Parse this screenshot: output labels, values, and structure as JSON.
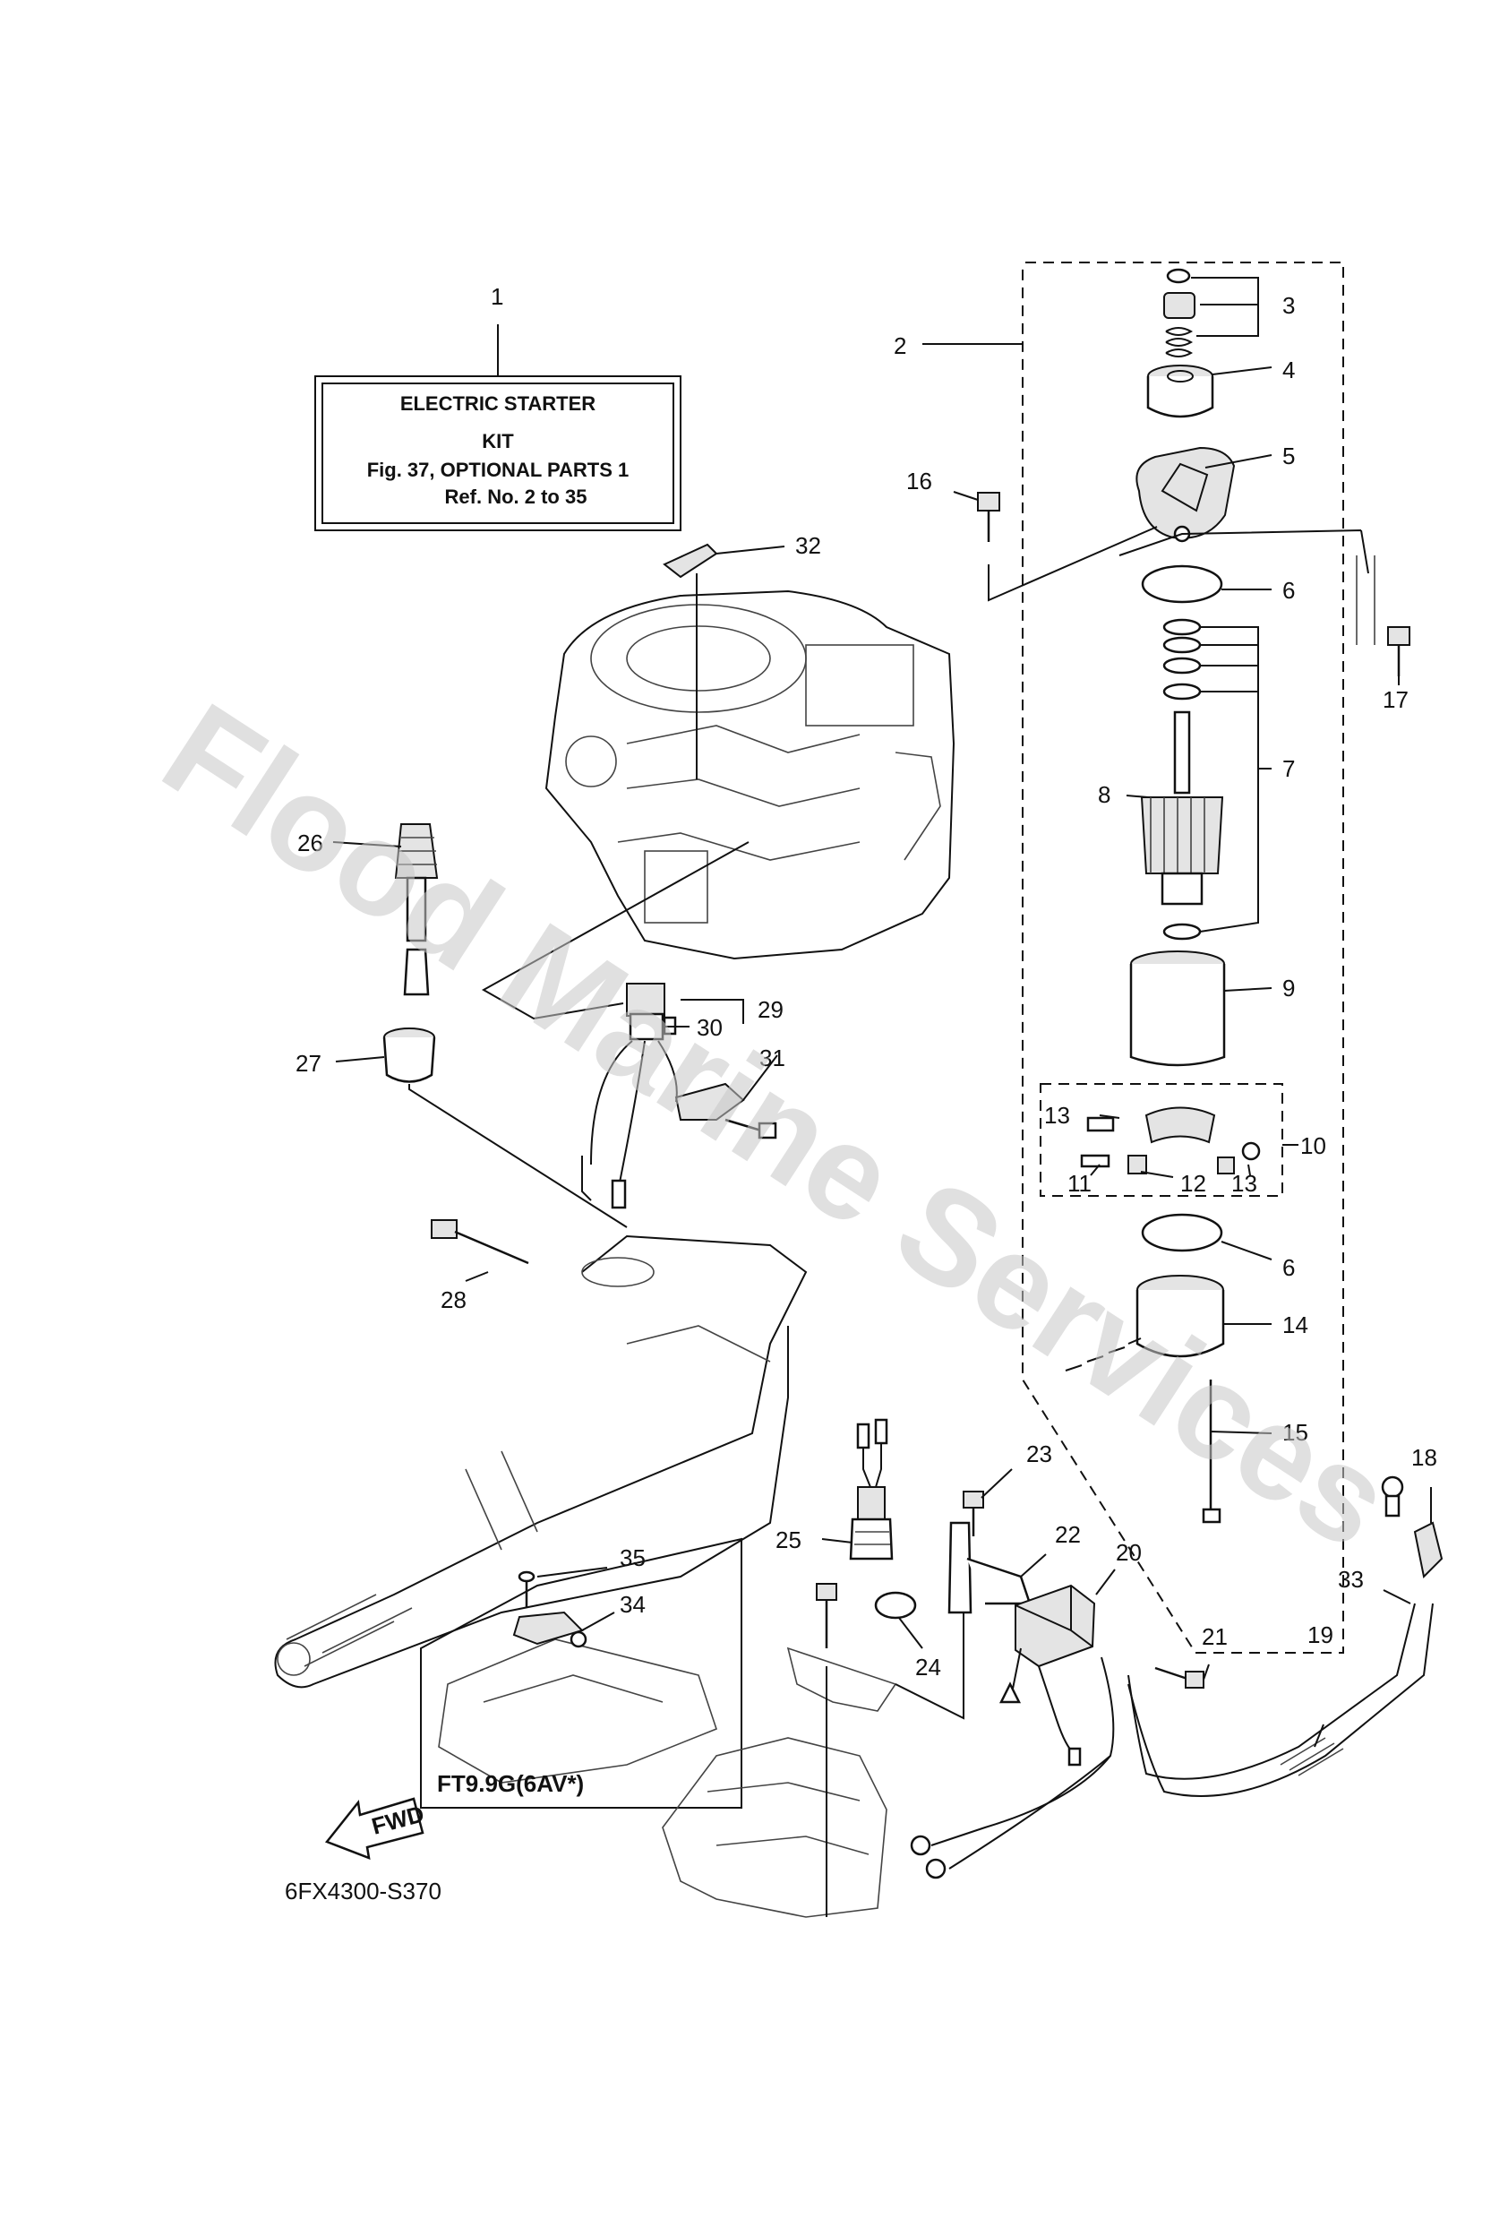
{
  "watermark": "Flood Marine Services",
  "kit_box": {
    "line1": "ELECTRIC STARTER",
    "line2": "KIT",
    "line3": "Fig. 37, OPTIONAL PARTS 1",
    "line4": "Ref. No. 2 to 35"
  },
  "sub_box_label": "FT9.9G(6AV*)",
  "fwd_label": "FWD",
  "diagram_code": "6FX4300-S370",
  "callouts": [
    "1",
    "2",
    "3",
    "4",
    "5",
    "6",
    "6",
    "7",
    "8",
    "9",
    "10",
    "11",
    "12",
    "13",
    "13",
    "14",
    "15",
    "16",
    "17",
    "18",
    "19",
    "20",
    "21",
    "22",
    "23",
    "24",
    "25",
    "26",
    "27",
    "28",
    "29",
    "30",
    "31",
    "32",
    "33",
    "34",
    "35"
  ]
}
